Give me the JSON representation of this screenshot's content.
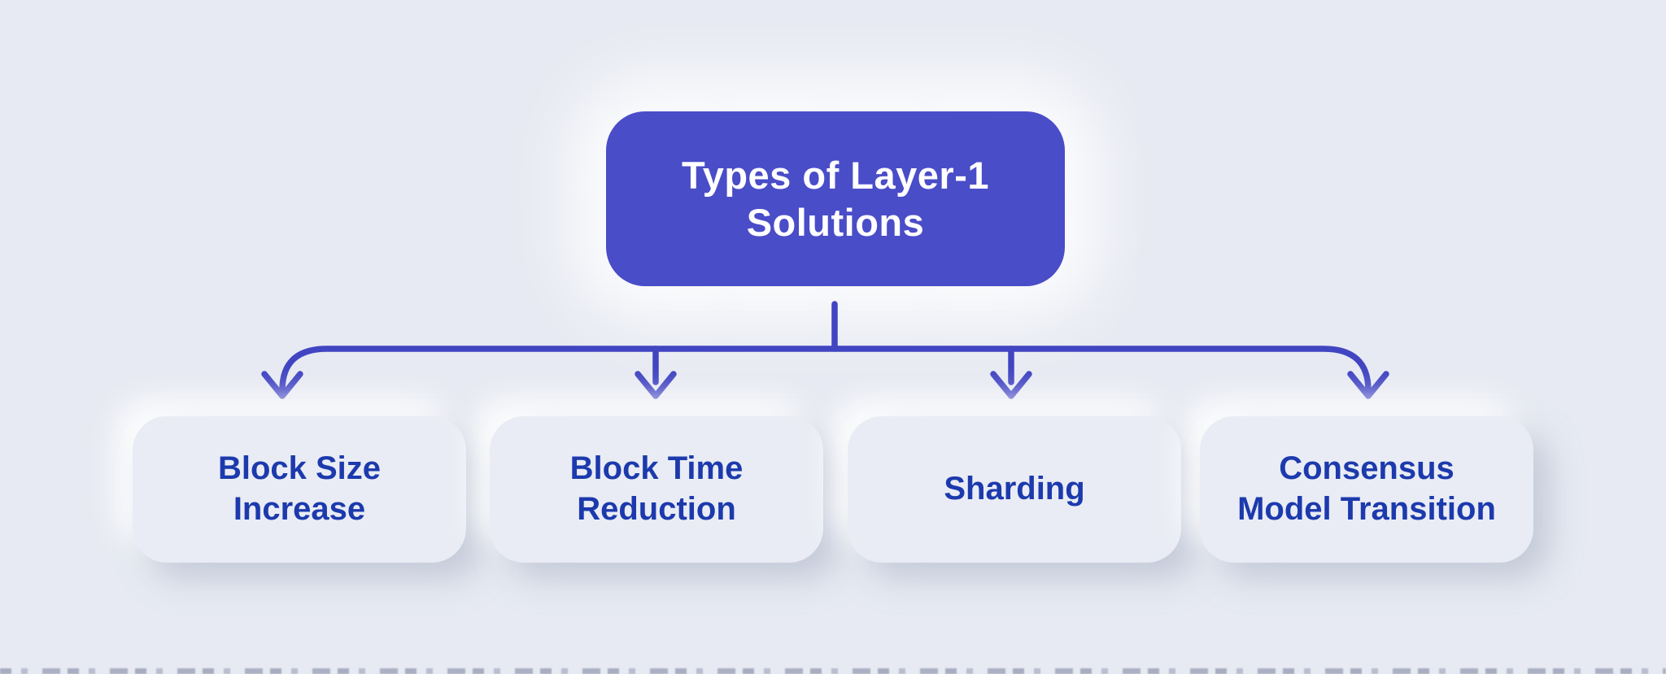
{
  "diagram": {
    "title": "Types of Layer-1 Solutions",
    "root": {
      "label": "Types of Layer-1\nSolutions"
    },
    "children": [
      {
        "id": "block-size-increase",
        "label": "Block Size\nIncrease"
      },
      {
        "id": "block-time-reduction",
        "label": "Block Time\nReduction"
      },
      {
        "id": "sharding",
        "label": "Sharding"
      },
      {
        "id": "consensus-model-transition",
        "label": "Consensus\nModel Transition"
      }
    ],
    "colors": {
      "background": "#e7eaf2",
      "root_fill": "#4a4dc8",
      "root_text": "#ffffff",
      "child_fill": "#e9ecf4",
      "child_text": "#1c3aad",
      "connector": "#4245c2"
    }
  }
}
